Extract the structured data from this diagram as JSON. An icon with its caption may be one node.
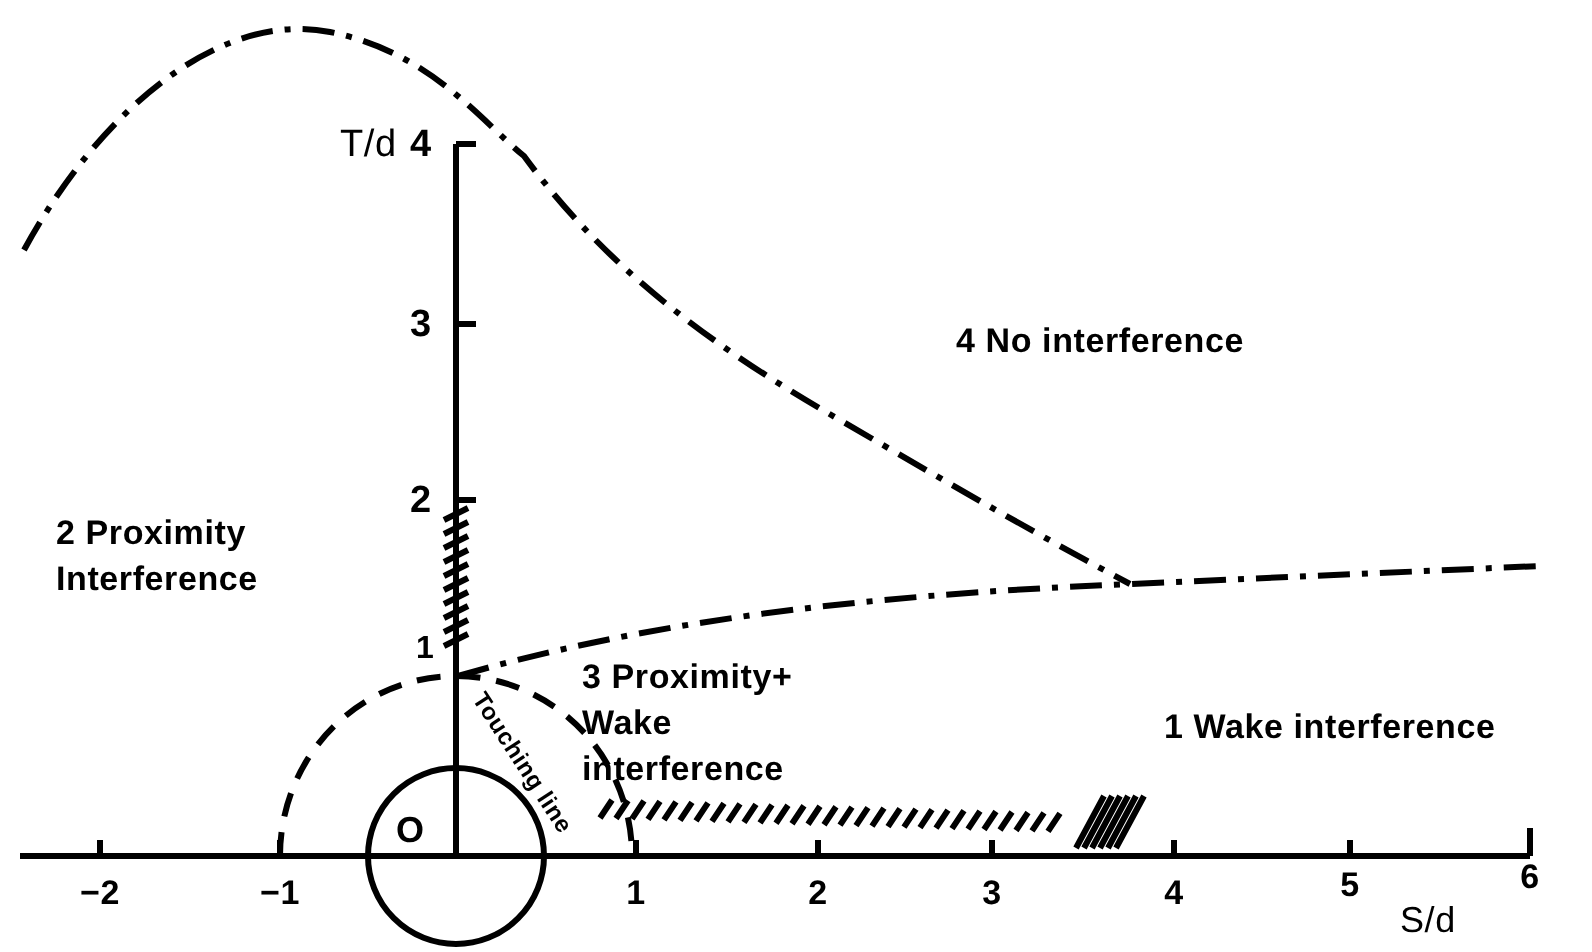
{
  "diagram": {
    "labels": [
      "T/d",
      "4",
      "3",
      "2",
      "1",
      "2 Proximity Interference",
      "4 No interference",
      "Touching line",
      "3 Proximity+ Wake interference",
      "1 Wake interference",
      "−2",
      "−1",
      "O",
      "1",
      "2",
      "3",
      "4",
      "5",
      "S/d",
      "6"
    ]
  }
}
